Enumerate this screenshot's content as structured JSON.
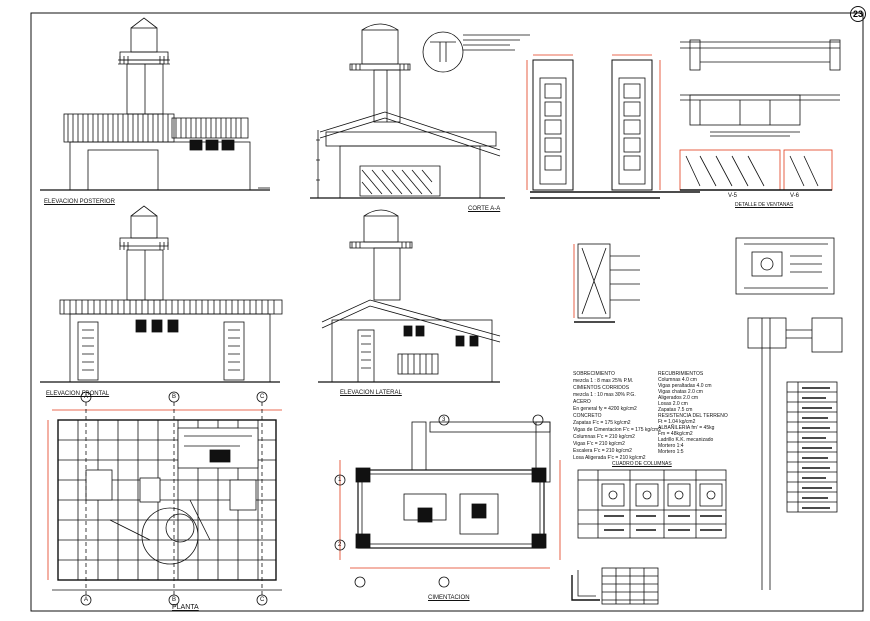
{
  "sheet": {
    "number": "23",
    "colors": {
      "line": "#111111",
      "dimension": "#e23a1a",
      "paper": "#ffffff"
    }
  },
  "drawings": {
    "elevacion_posterior": {
      "title": "ELEVACION POSTERIOR"
    },
    "corte_aa": {
      "title": "CORTE A-A"
    },
    "elevacion_frontal": {
      "title": "ELEVACION FRONTAL"
    },
    "elevacion_lateral": {
      "title": "ELEVACION LATERAL"
    },
    "planta": {
      "title": "PLANTA"
    },
    "cimentacion": {
      "title": "CIMENTACION"
    },
    "detalle_ventanas": {
      "title": "DETALLE DE VENTANAS",
      "labels": [
        "V-5",
        "V-6"
      ]
    },
    "cuadro_columnas": {
      "title": "CUADRO DE COLUMNAS"
    },
    "grid_axes": [
      "A",
      "B",
      "C",
      "1",
      "2",
      "3"
    ]
  },
  "specs": {
    "left": [
      "SOBRECIMIENTO",
      "mezcla 1 : 8 mas 25% P.M.",
      "CIMIENTOS CORRIDOS",
      "mezcla 1 : 10 mas 30% P.G.",
      "ACERO",
      "En general  fy = 4200 kg/cm2",
      "CONCRETO",
      "Zapatas        F'c = 175 kg/cm2",
      "Vigas de Cimentacion  F'c = 175 kg/cm2",
      "Columnas       F'c = 210 kg/cm2",
      "Vigas          F'c = 210 kg/cm2",
      "Escalera       F'c = 210 kg/cm2",
      "Losa Aligerada F'c = 210 kg/cm2"
    ],
    "right": [
      "RECUBRIMIENTOS",
      "Columnas        4.0 cm",
      "Vigas peraltadas 4.0 cm",
      "Vigas chatas    2.0 cm",
      "Aligerados      2.0 cm",
      "Losas           2.0 cm",
      "Zapatas         7.5 cm",
      "RESISTENCIA DEL TERRENO",
      "Ft = 1.04 kg/cm2",
      "ALBAÑILERIA  fm' = 45kg",
      "Fm = 48kg/cm2",
      "Ladrillo K.K. mecanizado",
      "Mortero 1:4",
      "Mortero 1:5"
    ]
  }
}
